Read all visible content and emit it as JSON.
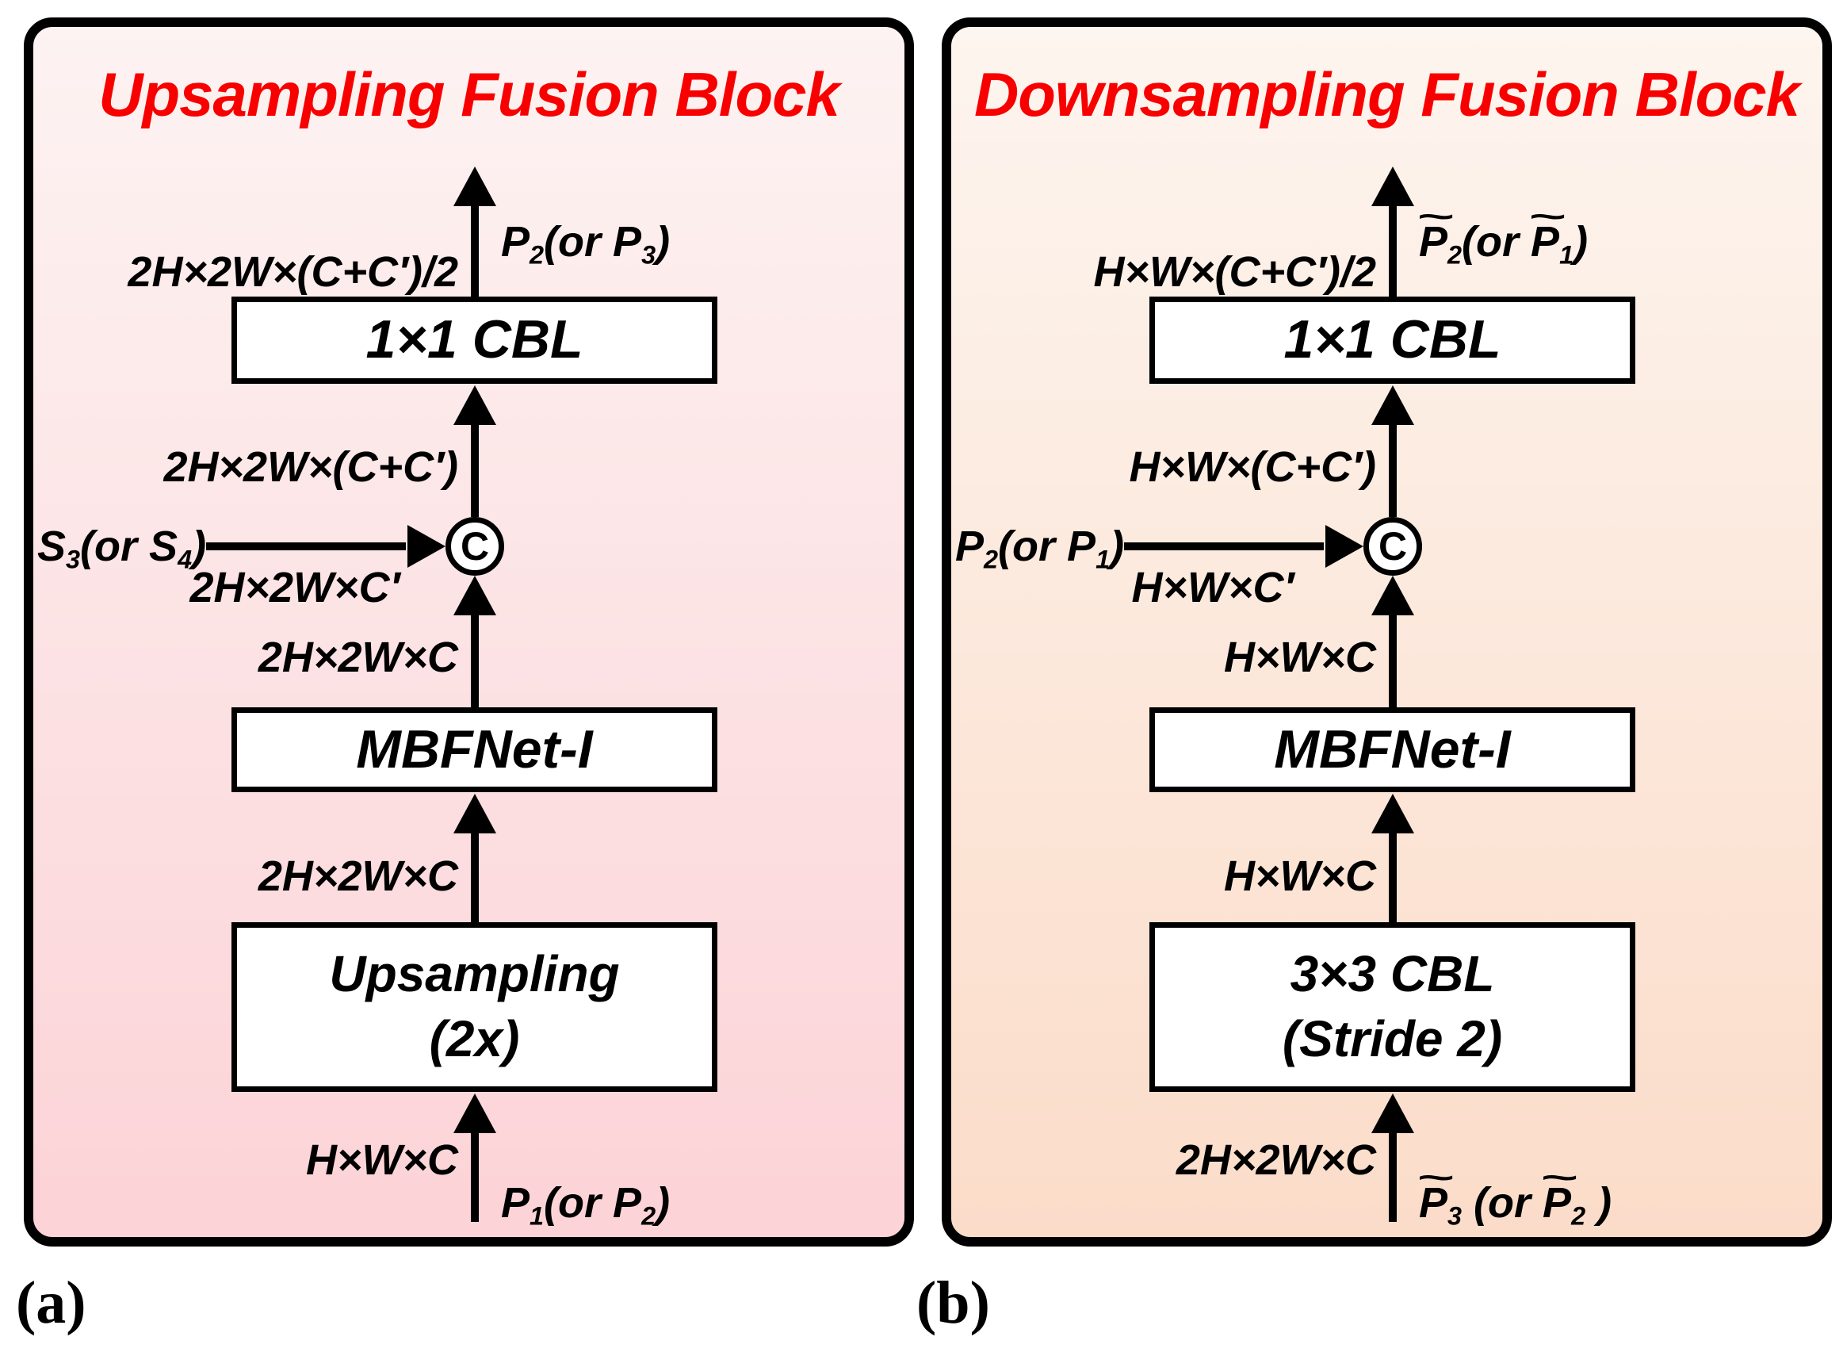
{
  "colors": {
    "title": "#f80000",
    "line": "#000000",
    "box_bg": "#ffffff",
    "box_border": "#000000",
    "panel_a_top": "#fdf3f2",
    "panel_a_bottom": "#fcd3d7",
    "panel_b_top": "#fdf5ef",
    "panel_b_bottom": "#fbdcc9",
    "page_bg": "#ffffff",
    "caption": "#000000"
  },
  "figure": {
    "panels": [
      {
        "caption": "(a)",
        "title": "Upsampling Fusion Block",
        "output_label_tokens": [
          {
            "t": "P"
          },
          {
            "t": "2",
            "sub": true
          },
          {
            "t": "(or "
          },
          {
            "t": "P"
          },
          {
            "t": "3",
            "sub": true
          },
          {
            "t": ")"
          }
        ],
        "output_dim": "2H×2W×(C+C′)/2",
        "cbl_box_label": "1×1 CBL",
        "concat_dim": "2H×2W×(C+C′)",
        "concat_symbol": "C",
        "side_label_tokens": [
          {
            "t": "S"
          },
          {
            "t": "3",
            "sub": true
          },
          {
            "t": "(or "
          },
          {
            "t": "S"
          },
          {
            "t": "4",
            "sub": true
          },
          {
            "t": ")"
          }
        ],
        "side_dim": "2H×2W×C′",
        "mbf_dim": "2H×2W×C",
        "mbf_box_label": "MBFNet-I",
        "low_dim": "2H×2W×C",
        "bottom_box_line1": "Upsampling",
        "bottom_box_line2": "(2x)",
        "input_dim": "H×W×C",
        "input_label_tokens": [
          {
            "t": "P"
          },
          {
            "t": "1",
            "sub": true
          },
          {
            "t": "(or "
          },
          {
            "t": "P"
          },
          {
            "t": "2",
            "sub": true
          },
          {
            "t": ")"
          }
        ]
      },
      {
        "caption": "(b)",
        "title": "Downsampling Fusion Block",
        "output_label_tokens": [
          {
            "t": "P",
            "tilde": true
          },
          {
            "t": "2",
            "sub": true
          },
          {
            "t": "(or "
          },
          {
            "t": "P",
            "tilde": true
          },
          {
            "t": "1",
            "sub": true
          },
          {
            "t": ")"
          }
        ],
        "output_dim": "H×W×(C+C′)/2",
        "cbl_box_label": "1×1 CBL",
        "concat_dim": "H×W×(C+C′)",
        "concat_symbol": "C",
        "side_label_tokens": [
          {
            "t": "P"
          },
          {
            "t": "2",
            "sub": true
          },
          {
            "t": "(or "
          },
          {
            "t": "P"
          },
          {
            "t": "1",
            "sub": true
          },
          {
            "t": ")"
          }
        ],
        "side_dim": "H×W×C′",
        "mbf_dim": "H×W×C",
        "mbf_box_label": "MBFNet-I",
        "low_dim": "H×W×C",
        "bottom_box_line1": "3×3 CBL",
        "bottom_box_line2": "(Stride 2)",
        "input_dim": "2H×2W×C",
        "input_label_tokens": [
          {
            "t": "P",
            "tilde": true
          },
          {
            "t": "3",
            "sub": true
          },
          {
            "t": " (or "
          },
          {
            "t": "P",
            "tilde": true
          },
          {
            "t": "2",
            "sub": true
          },
          {
            "t": " )"
          }
        ]
      }
    ]
  }
}
